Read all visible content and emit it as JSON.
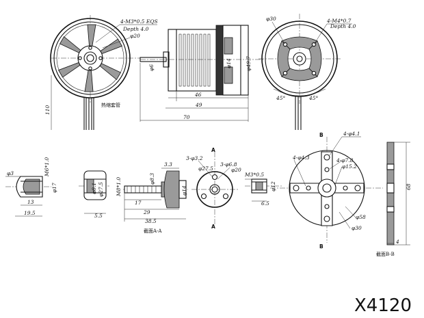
{
  "model": "X4120",
  "motor_front": {
    "holes": "4-M3*0.5 EQS",
    "holes_depth": "Depth 4.0",
    "pcd": "φ20",
    "wire_length": "110"
  },
  "motor_side": {
    "shaft": "φ6",
    "shaft_boss": "φ14",
    "body_dia": "φ49.7",
    "len_46": "46",
    "len_49": "49",
    "len_70": "70",
    "sleeve_note": "热缩套管"
  },
  "motor_rear": {
    "pcd": "φ30",
    "holes": "4-M4*0.7",
    "holes_depth": "Depth 4.0",
    "angle_left": "45°",
    "angle_right": "45°"
  },
  "nut": {
    "dia": "φ3",
    "thread": "M6*1.0",
    "dia17": "φ17",
    "len13": "13",
    "len19": "19.5"
  },
  "spacer": {
    "dia_small": "φ8.1",
    "dia_big": "φ27.5",
    "len": "5.5"
  },
  "adapter": {
    "thread": "M8*1.0",
    "dia": "φ8.3",
    "dim33": "3.3",
    "dia14": "φ14",
    "len17": "17",
    "len29": "29",
    "len38": "38.5",
    "section": "截面A-A"
  },
  "prop_face": {
    "cut_mark": "A",
    "holes": "3-φ3.2",
    "pcd": "3-φ6.8",
    "dia20": "φ20",
    "dia275": "φ27.5"
  },
  "collet": {
    "thread": "M3*0.5",
    "dia12": "φ12",
    "len": "6.5"
  },
  "cross_mount": {
    "cut_mark": "B",
    "slot": "4-φ4.1",
    "holes": "4-φ4.3",
    "holes2": "4-φ7.8",
    "center": "φ15.2",
    "pcd58": "φ58",
    "pcd30": "φ30"
  },
  "mount_side": {
    "height": "68",
    "thick": "4",
    "section": "截面B-B"
  }
}
